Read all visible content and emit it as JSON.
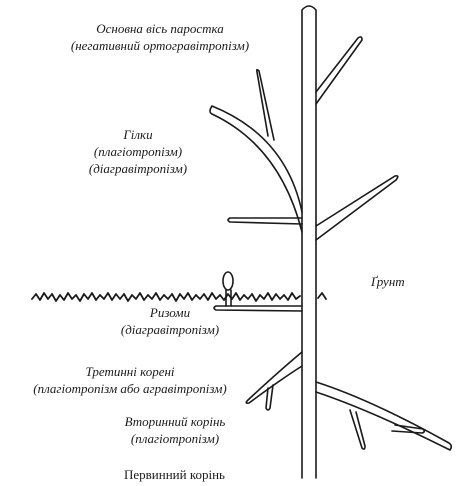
{
  "labels": {
    "shoot_axis": {
      "line1": "Основна вісь паростка",
      "line2": "(негативний ортогравітропізм)"
    },
    "branches": {
      "line1": "Гілки",
      "line2": "(плагіотропізм)",
      "line3": "(діагравітропізм)"
    },
    "soil": "Ґрунт",
    "rhizomes": {
      "line1": "Ризоми",
      "line2": "(діагравітропізм)"
    },
    "tertiary_roots": {
      "line1": "Третинні корені",
      "line2": "(плагіотропізм або агравітропізм)"
    },
    "secondary_root": {
      "line1": "Вторинний корінь",
      "line2": "(плагіотропізм)"
    },
    "primary_root": "Первинний корінь"
  },
  "colors": {
    "ink": "#1a1a1a",
    "muted_label": "#7a7a7a",
    "background": "#ffffff"
  }
}
